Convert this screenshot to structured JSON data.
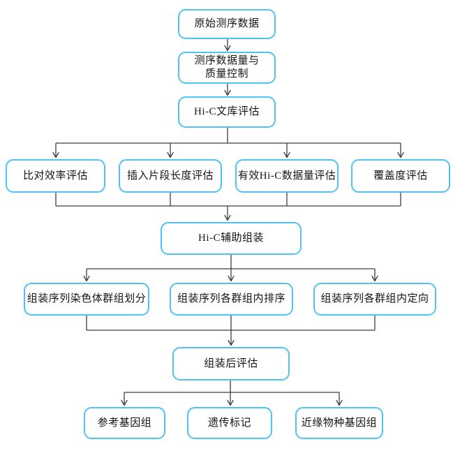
{
  "diagram": {
    "type": "flowchart",
    "accent_color": "#4fc3f5",
    "connector_color": "#3d3d3d",
    "background_color": "#ffffff",
    "nodes": {
      "raw": {
        "label": "原始测序数据"
      },
      "qc": {
        "label_line1": "测序数据量与",
        "label_line2": "质量控制"
      },
      "lib": {
        "label": "Hi-C文库评估"
      },
      "align": {
        "label": "比对效率评估"
      },
      "insert": {
        "label": "插入片段长度评估"
      },
      "valid": {
        "label": "有效Hi-C数据量评估"
      },
      "coverage": {
        "label": "覆盖度评估"
      },
      "assembly": {
        "label": "Hi-C辅助组装"
      },
      "cluster": {
        "label": "组装序列染色体群组划分"
      },
      "order": {
        "label": "组装序列各群组内排序"
      },
      "orient": {
        "label": "组装序列各群组内定向"
      },
      "post": {
        "label": "组装后评估"
      },
      "ref": {
        "label": "参考基因组"
      },
      "marker": {
        "label": "遗传标记"
      },
      "related": {
        "label": "近缘物种基因组"
      }
    },
    "edges": [
      {
        "from": "原始测序数据",
        "to": "测序数据量与质量控制"
      },
      {
        "from": "测序数据量与质量控制",
        "to": "Hi-C文库评估"
      },
      {
        "from": "Hi-C文库评估",
        "to": "比对效率评估"
      },
      {
        "from": "Hi-C文库评估",
        "to": "插入片段长度评估"
      },
      {
        "from": "Hi-C文库评估",
        "to": "有效Hi-C数据量评估"
      },
      {
        "from": "Hi-C文库评估",
        "to": "覆盖度评估"
      },
      {
        "from": "比对效率评估",
        "to": "Hi-C辅助组装"
      },
      {
        "from": "插入片段长度评估",
        "to": "Hi-C辅助组装"
      },
      {
        "from": "有效Hi-C数据量评估",
        "to": "Hi-C辅助组装"
      },
      {
        "from": "覆盖度评估",
        "to": "Hi-C辅助组装"
      },
      {
        "from": "Hi-C辅助组装",
        "to": "组装序列染色体群组划分"
      },
      {
        "from": "Hi-C辅助组装",
        "to": "组装序列各群组内排序"
      },
      {
        "from": "Hi-C辅助组装",
        "to": "组装序列各群组内定向"
      },
      {
        "from": "组装序列染色体群组划分",
        "to": "组装后评估"
      },
      {
        "from": "组装序列各群组内排序",
        "to": "组装后评估"
      },
      {
        "from": "组装序列各群组内定向",
        "to": "组装后评估"
      },
      {
        "from": "组装后评估",
        "to": "参考基因组"
      },
      {
        "from": "组装后评估",
        "to": "遗传标记"
      },
      {
        "from": "组装后评估",
        "to": "近缘物种基因组"
      }
    ]
  }
}
